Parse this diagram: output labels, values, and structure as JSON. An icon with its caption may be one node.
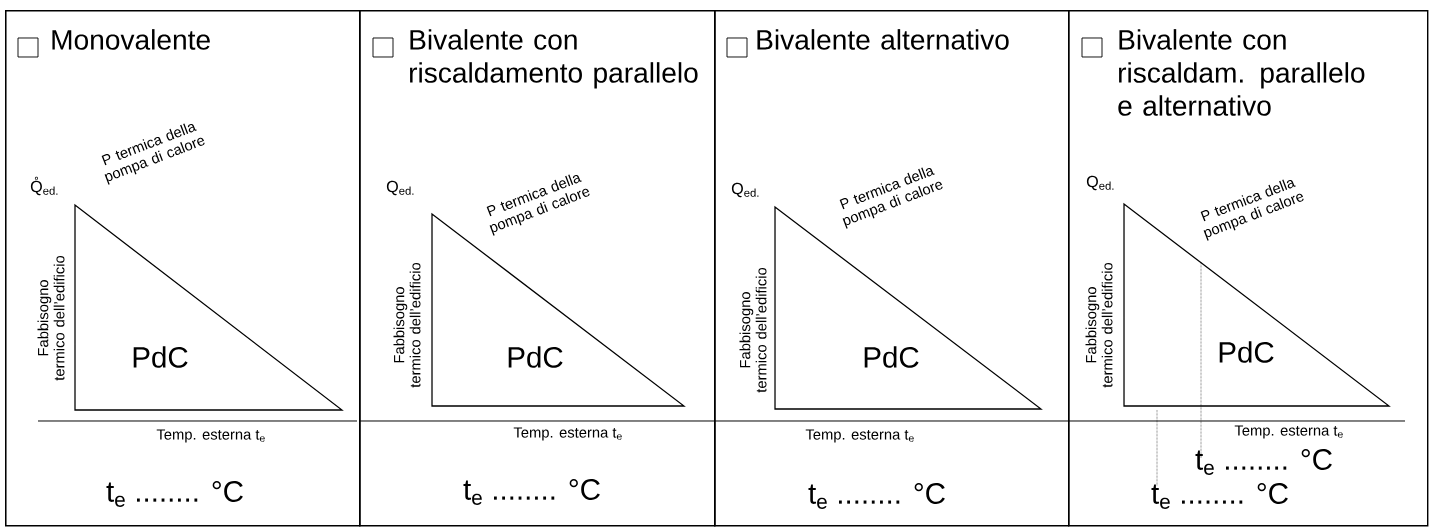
{
  "diagram": {
    "nodes": [
      {
        "text": [
          "Monovalente"
        ]
      },
      {
        "text": [
          "Bivalente con riscaldamento parallelo"
        ]
      },
      {
        "text": [
          "Bivalente alternativo"
        ]
      },
      {
        "text": [
          "Bivalente con riscaldam. parallelo e alternativo"
        ]
      },
      {
        "text": [
          "PdC"
        ],
        "in": 0
      },
      {
        "text": [
          "PdC"
        ],
        "in": 1
      },
      {
        "text": [
          "PdC"
        ],
        "in": 2
      },
      {
        "text": [
          "PdC"
        ],
        "in": 3
      }
    ],
    "labels": [
      "Q̊$_{ed.}$",
      "P termica della pompa di calore",
      "Fabbisogno termico dell’edificio",
      "Temp. esterna t$_{e}$",
      "t$_{e}$ ........ °C",
      "Q$_{ed.}$",
      "P termica della pompa di calore",
      "Fabbisogno termico dell’edificio",
      "Temp. esterna t$_{e}$",
      "t$_{e}$ ........ °C",
      "Q$_{ed.}$",
      "P termica della pompa di calore",
      "Fabbisogno termico dell’edificio",
      "Temp. esterna t$_{e}$",
      "t$_{e}$ ........ °C",
      "Q$_{ed.}$",
      "P termica della pompa di calore",
      "Fabbisogno termico dell’edificio",
      "Temp. esterna t$_{e}$",
      "t$_{e}$ ........ °C",
      "t$_{e}$ ........ °C"
    ]
  }
}
